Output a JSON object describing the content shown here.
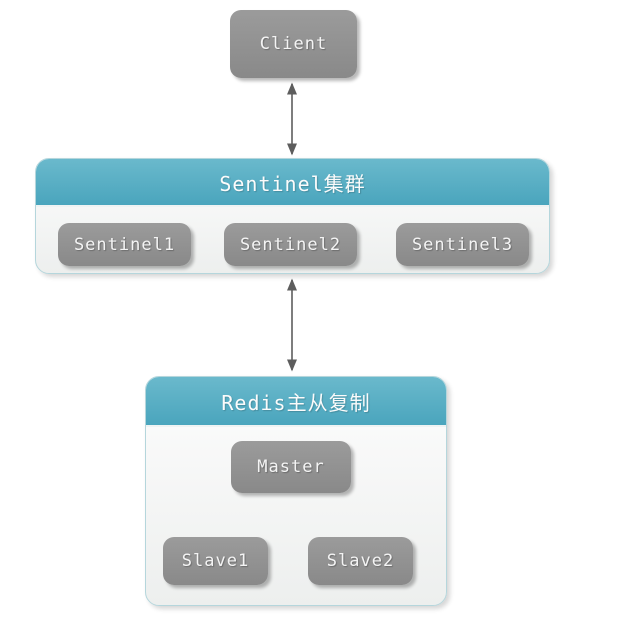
{
  "nodes": {
    "client": {
      "label": "Client"
    },
    "sentinel_cluster": {
      "title": "Sentinel集群",
      "members": [
        {
          "label": "Sentinel1"
        },
        {
          "label": "Sentinel2"
        },
        {
          "label": "Sentinel3"
        }
      ]
    },
    "redis_replication": {
      "title": "Redis主从复制",
      "master": {
        "label": "Master"
      },
      "slaves": [
        {
          "label": "Slave1"
        },
        {
          "label": "Slave2"
        }
      ]
    }
  },
  "edges": [
    {
      "from": "client",
      "to": "sentinel_cluster",
      "direction": "bidirectional"
    },
    {
      "from": "sentinel_cluster",
      "to": "redis_replication",
      "direction": "bidirectional"
    },
    {
      "from": "master",
      "to": "slave1",
      "direction": "bidirectional"
    },
    {
      "from": "master",
      "to": "slave2",
      "direction": "bidirectional"
    }
  ],
  "colors": {
    "node_fill": "#8f8f8f",
    "node_text": "#f4f4f4",
    "group_header_top": "#6ab9cc",
    "group_header_bottom": "#4aa5bd",
    "group_border": "#b5d6dc",
    "group_body_top": "#fdfdfd",
    "group_body_bottom": "#edefee",
    "arrow": "#5d5d5d",
    "background": "#ffffff"
  }
}
